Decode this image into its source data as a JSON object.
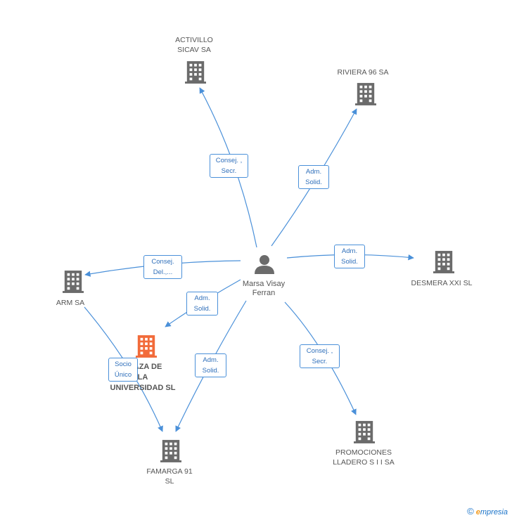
{
  "center": {
    "name": "Marsa Visay Ferran",
    "line1": "Marsa Visay",
    "line2": "Ferran"
  },
  "nodes": {
    "activillo": {
      "line1": "ACTIVILLO",
      "line2": "SICAV SA"
    },
    "riviera": {
      "line1": "RIVIERA 96 SA"
    },
    "desmera": {
      "line1": "DESMERA XXI SL"
    },
    "arm": {
      "line1": "ARM SA"
    },
    "plaza": {
      "line1": "PLAZA DE",
      "line2": "LA",
      "line3": "UNIVERSIDAD SL",
      "visible1": "AZA DE",
      "visible2": "LA"
    },
    "famarga": {
      "line1": "FAMARGA 91",
      "line2": "SL"
    },
    "promociones": {
      "line1": "PROMOCIONES",
      "line2": "LLADERO S I I SA"
    }
  },
  "edges": {
    "activillo": {
      "line1": "Consej. ,",
      "line2": "Secr."
    },
    "riviera": {
      "line1": "Adm.",
      "line2": "Solid."
    },
    "desmera": {
      "line1": "Adm.",
      "line2": "Solid."
    },
    "arm": {
      "line1": "Consej.",
      "line2": "Del.,..."
    },
    "plaza": {
      "line1": "Adm.",
      "line2": "Solid."
    },
    "famarga": {
      "line1": "Adm.",
      "line2": "Solid."
    },
    "promociones": {
      "line1": "Consej. ,",
      "line2": "Secr."
    },
    "arm_famarga": {
      "line1": "Socio",
      "line2": "Único"
    }
  },
  "footer": {
    "copyright": "©",
    "brand_initial": "e",
    "brand_rest": "mpresia"
  },
  "colors": {
    "edge": "#4a90d9",
    "building": "#6b6b6b",
    "highlight": "#f26b3a",
    "person": "#6b6b6b"
  }
}
